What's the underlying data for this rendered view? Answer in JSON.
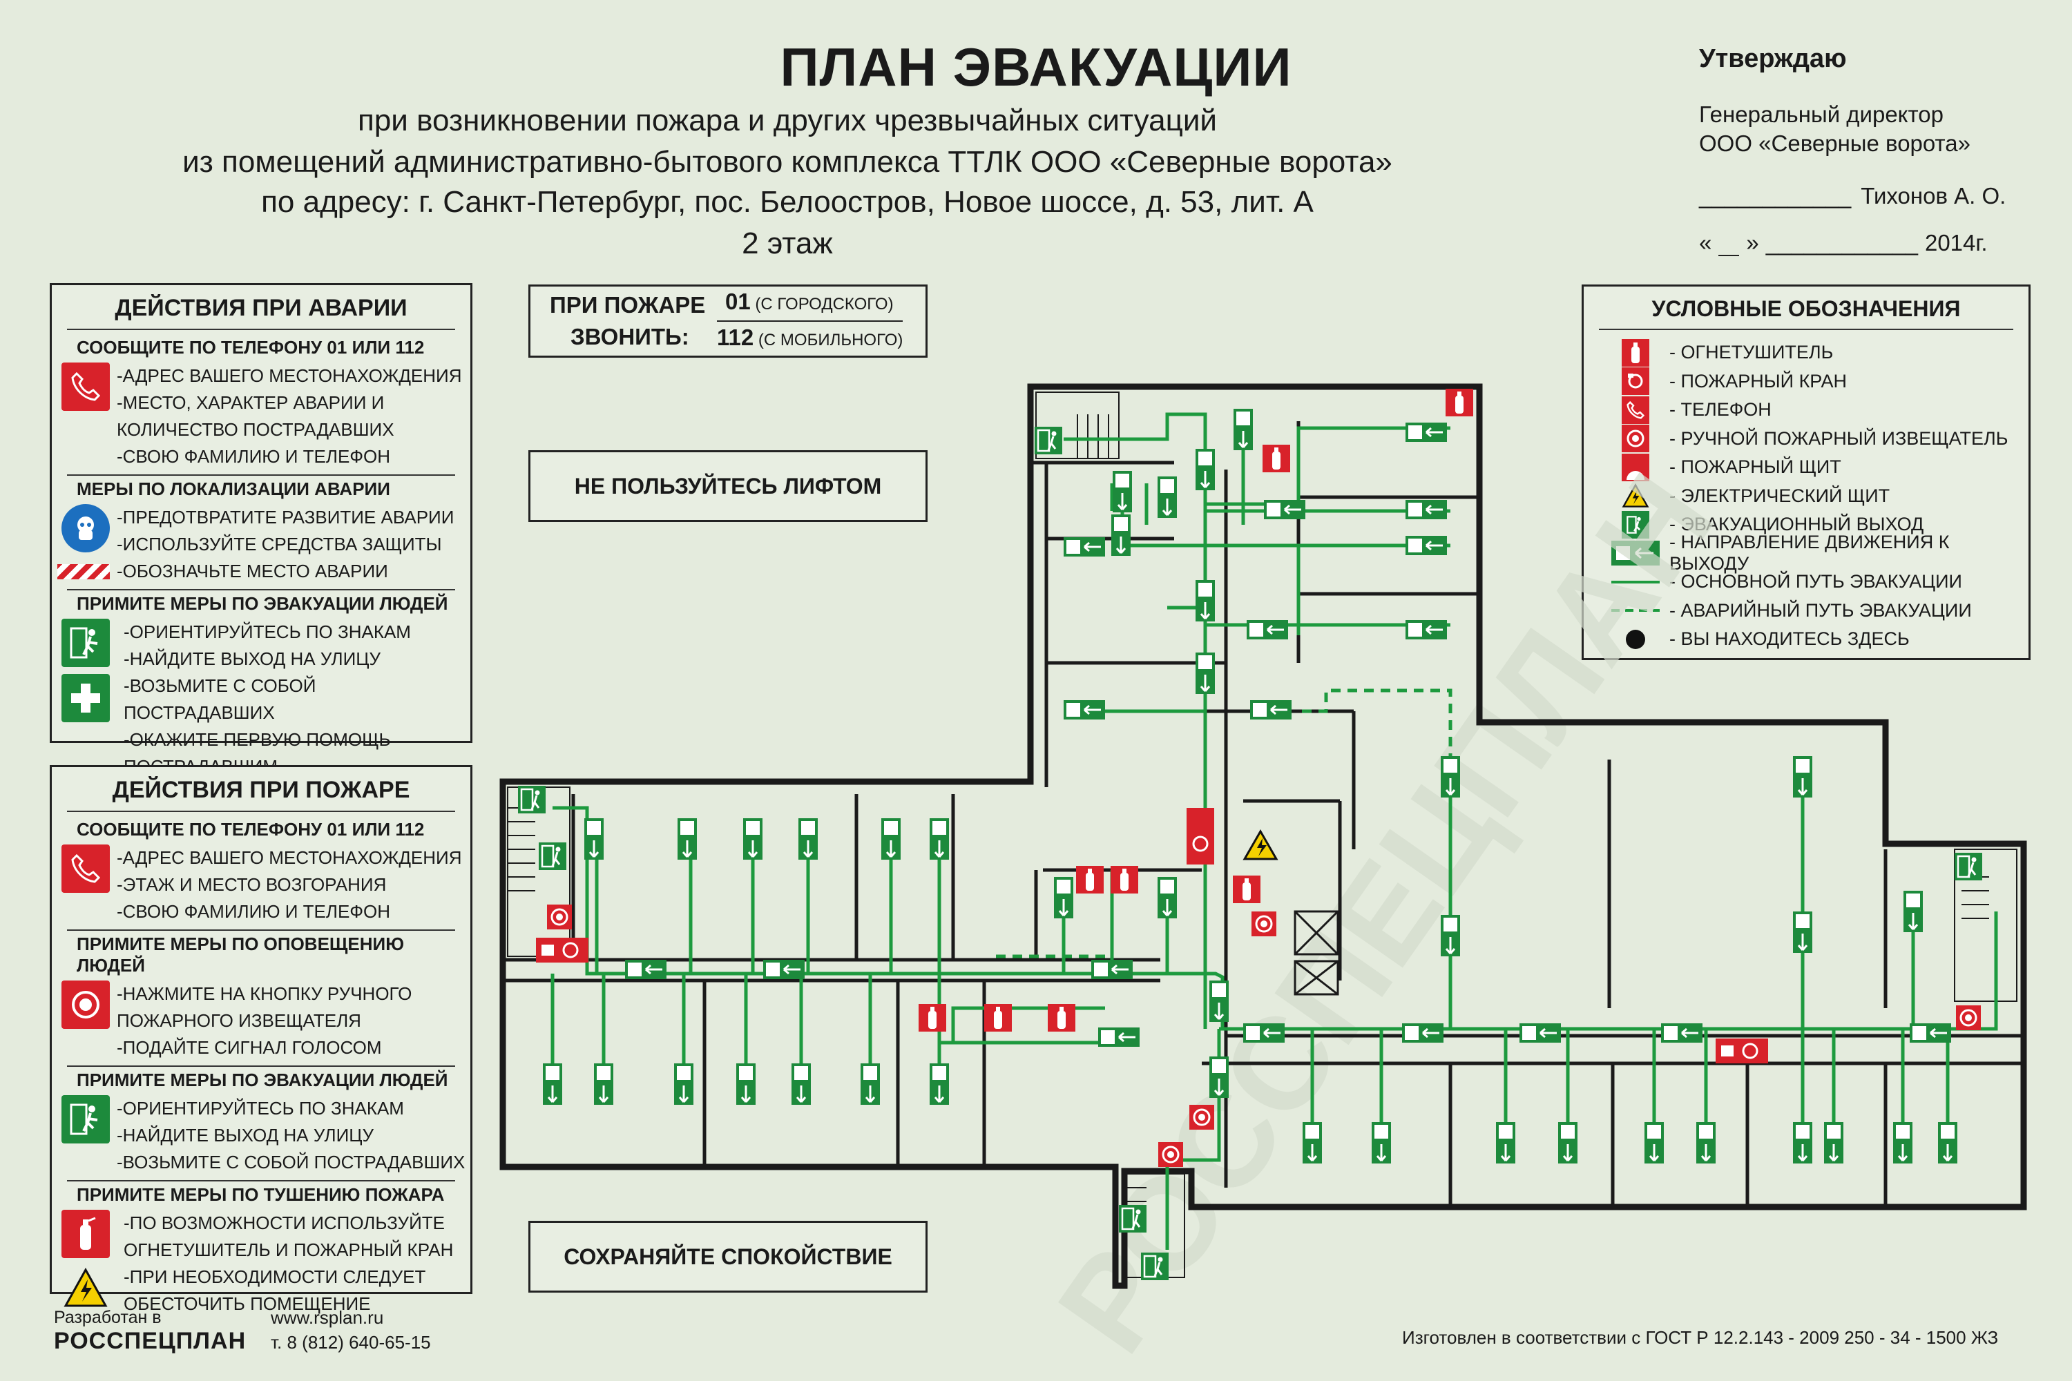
{
  "header": {
    "title": "ПЛАН ЭВАКУАЦИИ",
    "line1": "при возникновении пожара и других чрезвычайных ситуаций",
    "line2": "из помещений административно-бытового комплекса ТТЛК ООО «Северные ворота»",
    "line3": "по адресу: г. Санкт-Петербург, пос. Белоостров, Новое шоссе, д. 53, лит. А",
    "floor": "2 этаж"
  },
  "approval": {
    "head": "Утверждаю",
    "position": "Генеральный директор",
    "company": "ООО «Северные ворота»",
    "signature_line": "____________",
    "signer": "Тихонов А. О.",
    "date_open": "«",
    "date_close": "»",
    "date_blank": "____________",
    "year": "2014г."
  },
  "phone_box": {
    "label_line1": "ПРИ ПОЖАРЕ",
    "label_line2": "ЗВОНИТЬ:",
    "number1": "01",
    "note1": "(С ГОРОДСКОГО)",
    "number2": "112",
    "note2": "(С МОБИЛЬНОГО)"
  },
  "notices": {
    "no_elevator": "НЕ ПОЛЬЗУЙТЕСЬ ЛИФТОМ",
    "keep_calm": "СОХРАНЯЙТЕ  СПОКОЙСТВИЕ"
  },
  "accident_panel": {
    "title": "ДЕЙСТВИЯ ПРИ АВАРИИ",
    "sections": [
      {
        "heading": "СООБЩИТЕ ПО ТЕЛЕФОНУ  01 ИЛИ 112",
        "icon": "phone-icon",
        "lines": [
          "-АДРЕС ВАШЕГО МЕСТОНАХОЖДЕНИЯ",
          "-МЕСТО, ХАРАКТЕР АВАРИИ И",
          "КОЛИЧЕСТВО ПОСТРАДАВШИХ",
          "-СВОЮ ФАМИЛИЮ И  ТЕЛЕФОН"
        ]
      },
      {
        "heading": "МЕРЫ ПО ЛОКАЛИЗАЦИИ АВАРИИ",
        "icon": "protection-icon",
        "lines": [
          "-ПРЕДОТВРАТИТЕ РАЗВИТИЕ АВАРИИ",
          "-ИСПОЛЬЗУЙТЕ СРЕДСТВА ЗАЩИТЫ",
          "-ОБОЗНАЧЬТЕ МЕСТО АВАРИИ"
        ]
      },
      {
        "heading": "ПРИМИТЕ МЕРЫ ПО ЭВАКУАЦИИ ЛЮДЕЙ",
        "icon": "exit-icon",
        "lines": [
          "-ОРИЕНТИРУЙТЕСЬ ПО ЗНАКАМ",
          "-НАЙДИТЕ ВЫХОД НА УЛИЦУ",
          "-ВОЗЬМИТЕ С СОБОЙ ПОСТРАДАВШИХ",
          "-ОКАЖИТЕ ПЕРВУЮ ПОМОЩЬ",
          "ПОСТРАДАВШИМ"
        ]
      }
    ]
  },
  "fire_panel": {
    "title": "ДЕЙСТВИЯ ПРИ ПОЖАРЕ",
    "sections": [
      {
        "heading": "СООБЩИТЕ ПО ТЕЛЕФОНУ  01 ИЛИ 112",
        "icon": "phone-icon",
        "lines": [
          "-АДРЕС ВАШЕГО МЕСТОНАХОЖДЕНИЯ",
          "-ЭТАЖ И МЕСТО ВОЗГОРАНИЯ",
          "-СВОЮ ФАМИЛИЮ И  ТЕЛЕФОН"
        ]
      },
      {
        "heading": "ПРИМИТЕ МЕРЫ ПО ОПОВЕЩЕНИЮ ЛЮДЕЙ",
        "icon": "alarm-button-icon",
        "lines": [
          "-НАЖМИТЕ НА КНОПКУ РУЧНОГО",
          "ПОЖАРНОГО ИЗВЕЩАТЕЛЯ",
          "-ПОДАЙТЕ СИГНАЛ ГОЛОСОМ"
        ]
      },
      {
        "heading": "ПРИМИТЕ МЕРЫ ПО ЭВАКУАЦИИ ЛЮДЕЙ",
        "icon": "exit-icon",
        "lines": [
          "-ОРИЕНТИРУЙТЕСЬ ПО ЗНАКАМ",
          "-НАЙДИТЕ ВЫХОД НА УЛИЦУ",
          "-ВОЗЬМИТЕ С СОБОЙ ПОСТРАДАВШИХ"
        ]
      },
      {
        "heading": "ПРИМИТЕ МЕРЫ ПО ТУШЕНИЮ ПОЖАРА",
        "icon": "extinguisher-icon",
        "lines": [
          "-ПО ВОЗМОЖНОСТИ ИСПОЛЬЗУЙТЕ",
          "ОГНЕТУШИТЕЛЬ И ПОЖАРНЫЙ КРАН",
          "-ПРИ НЕОБХОДИМОСТИ СЛЕДУЕТ",
          "ОБЕСТОЧИТЬ ПОМЕЩЕНИЕ"
        ]
      }
    ]
  },
  "legend": {
    "title": "УСЛОВНЫЕ ОБОЗНАЧЕНИЯ",
    "items": [
      {
        "icon": "extinguisher-icon",
        "label": "-  ОГНЕТУШИТЕЛЬ"
      },
      {
        "icon": "fire-hydrant-icon",
        "label": "-  ПОЖАРНЫЙ КРАН"
      },
      {
        "icon": "phone-icon",
        "label": "-  ТЕЛЕФОН"
      },
      {
        "icon": "alarm-button-icon",
        "label": "-  РУЧНОЙ ПОЖАРНЫЙ ИЗВЕЩАТЕЛЬ"
      },
      {
        "icon": "fire-shield-icon",
        "label": "-  ПОЖАРНЫЙ ЩИТ"
      },
      {
        "icon": "electric-hazard-icon",
        "label": "-  ЭЛЕКТРИЧЕСКИЙ ЩИТ"
      },
      {
        "icon": "emergency-exit-icon",
        "label": "-  ЭВАКУАЦИОННЫЙ ВЫХОД"
      },
      {
        "icon": "direction-arrow-icon",
        "label": "-  НАПРАВЛЕНИЕ ДВИЖЕНИЯ К ВЫХОДУ"
      },
      {
        "icon": "main-route-icon",
        "label": "- ОСНОВНОЙ ПУТЬ ЭВАКУАЦИИ"
      },
      {
        "icon": "emergency-route-icon",
        "label": "- АВАРИЙНЫЙ ПУТЬ ЭВАКУАЦИИ"
      },
      {
        "icon": "you-are-here-icon",
        "label": "- ВЫ НАХОДИТЕСЬ ЗДЕСЬ"
      }
    ]
  },
  "watermark": "РОССПЕЦПЛАН",
  "footer": {
    "developed": "Разработан в",
    "brand": "РОССПЕЦПЛАН",
    "site": "www.rsplan.ru",
    "phone": "т. 8 (812) 640-65-15",
    "gost": "Изготовлен в соответствии с ГОСТ Р 12.2.143 - 2009 250 - 34 - 1500 ЖЗ"
  },
  "colors": {
    "background": "#e4ebdd",
    "route_green": "#1d9a3e",
    "sign_green": "#1d8a3c",
    "fire_red": "#d8222a",
    "wall": "#1a1a1a"
  }
}
